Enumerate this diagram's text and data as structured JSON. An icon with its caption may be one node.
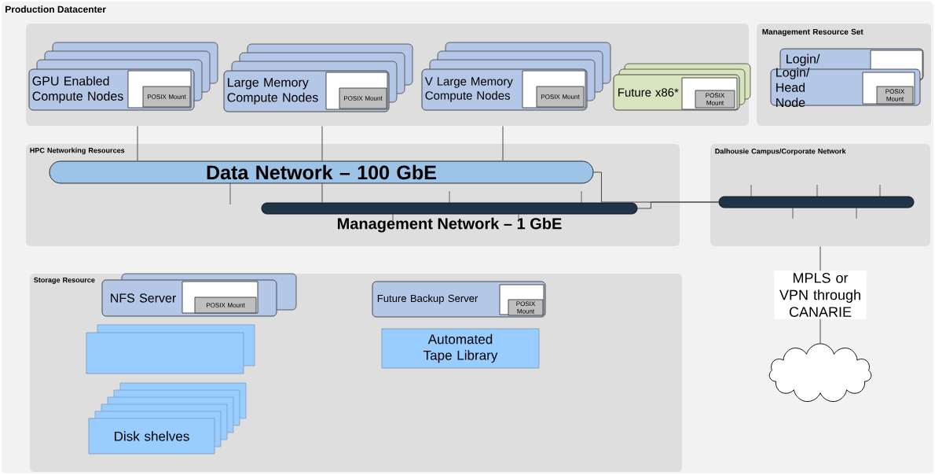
{
  "diagram": {
    "title": "Production Datacenter",
    "nodes": [
      {
        "text": [],
        "shape": "box"
      },
      {
        "text": [],
        "shape": "box",
        "in": 0
      },
      {
        "text": [
          "GPU Enabled Compute Nodes"
        ],
        "in": 1
      },
      {
        "text": [],
        "shape": "box",
        "in": 2
      },
      {
        "text": [
          "POSIX Mount"
        ],
        "in": 3
      },
      {
        "text": [
          "Large Memory Compute Nodes"
        ],
        "in": 1
      },
      {
        "text": [],
        "shape": "box",
        "in": 5
      },
      {
        "text": [
          "POSIX Mount"
        ],
        "in": 6
      },
      {
        "text": [
          "V Large Memory Compute Nodes"
        ],
        "in": 1
      },
      {
        "text": [],
        "shape": "box",
        "in": 8
      },
      {
        "text": [
          "POSIX Mount"
        ],
        "in": 9
      },
      {
        "text": [
          "Future x86*"
        ],
        "in": 1
      },
      {
        "text": [],
        "shape": "box",
        "in": 11
      },
      {
        "text": [
          "POSIX Mount"
        ],
        "in": 12
      },
      {
        "text": [
          "Management Resource Set"
        ],
        "in": 0
      },
      {
        "text": [
          "Login/"
        ],
        "in": 14
      },
      {
        "text": [],
        "shape": "box",
        "in": 15
      },
      {
        "text": [
          "Login/ Head Node"
        ],
        "in": 14
      },
      {
        "text": [],
        "shape": "box",
        "in": 17
      },
      {
        "text": [
          "POSIX Mount"
        ],
        "in": 18
      },
      {
        "text": [
          "HPC Networking Resources"
        ],
        "in": 0
      },
      {
        "text": [
          "Data Network – 100 GbE"
        ],
        "in": 20
      },
      {
        "text": [],
        "shape": "cylinder",
        "beside": [
          "Management Network – 1 GbE"
        ],
        "in": 20
      },
      {
        "text": [
          "Dalhousie Campus/Corporate Network"
        ],
        "in": 0
      },
      {
        "text": [],
        "shape": "cylinder",
        "in": 23
      },
      {
        "text": [
          "Storage Resource"
        ],
        "in": 0
      },
      {
        "text": [
          "NFS Server"
        ],
        "in": 25
      },
      {
        "text": [],
        "shape": "box",
        "in": 26
      },
      {
        "text": [
          "POSIX Mount"
        ],
        "in": 27
      },
      {
        "text": [],
        "shape": "box",
        "in": 25
      },
      {
        "text": [
          "Disk shelves"
        ],
        "in": 25
      },
      {
        "text": [
          "Future Backup Server"
        ],
        "in": 25
      },
      {
        "text": [],
        "shape": "box",
        "in": 31
      },
      {
        "text": [
          "POSIX Mount"
        ],
        "in": 32
      },
      {
        "text": [
          "Automated Tape Library"
        ],
        "in": 25
      },
      {
        "text": [],
        "shape": "cloud",
        "in": 0
      }
    ],
    "edges": [
      {
        "from": 1,
        "to": 21,
        "arrow": "none"
      },
      {
        "from": 1,
        "to": 21,
        "arrow": "none"
      },
      {
        "from": 1,
        "to": 21,
        "arrow": "none"
      },
      {
        "from": 21,
        "to": 22,
        "arrow": "none"
      },
      {
        "from": 21,
        "to": 24,
        "arrow": "none"
      },
      {
        "from": 22,
        "to": 24,
        "arrow": "none"
      },
      {
        "from": 23,
        "to": 35,
        "arrow": "none",
        "label": "MPLS or VPN through CANARIE"
      }
    ]
  }
}
